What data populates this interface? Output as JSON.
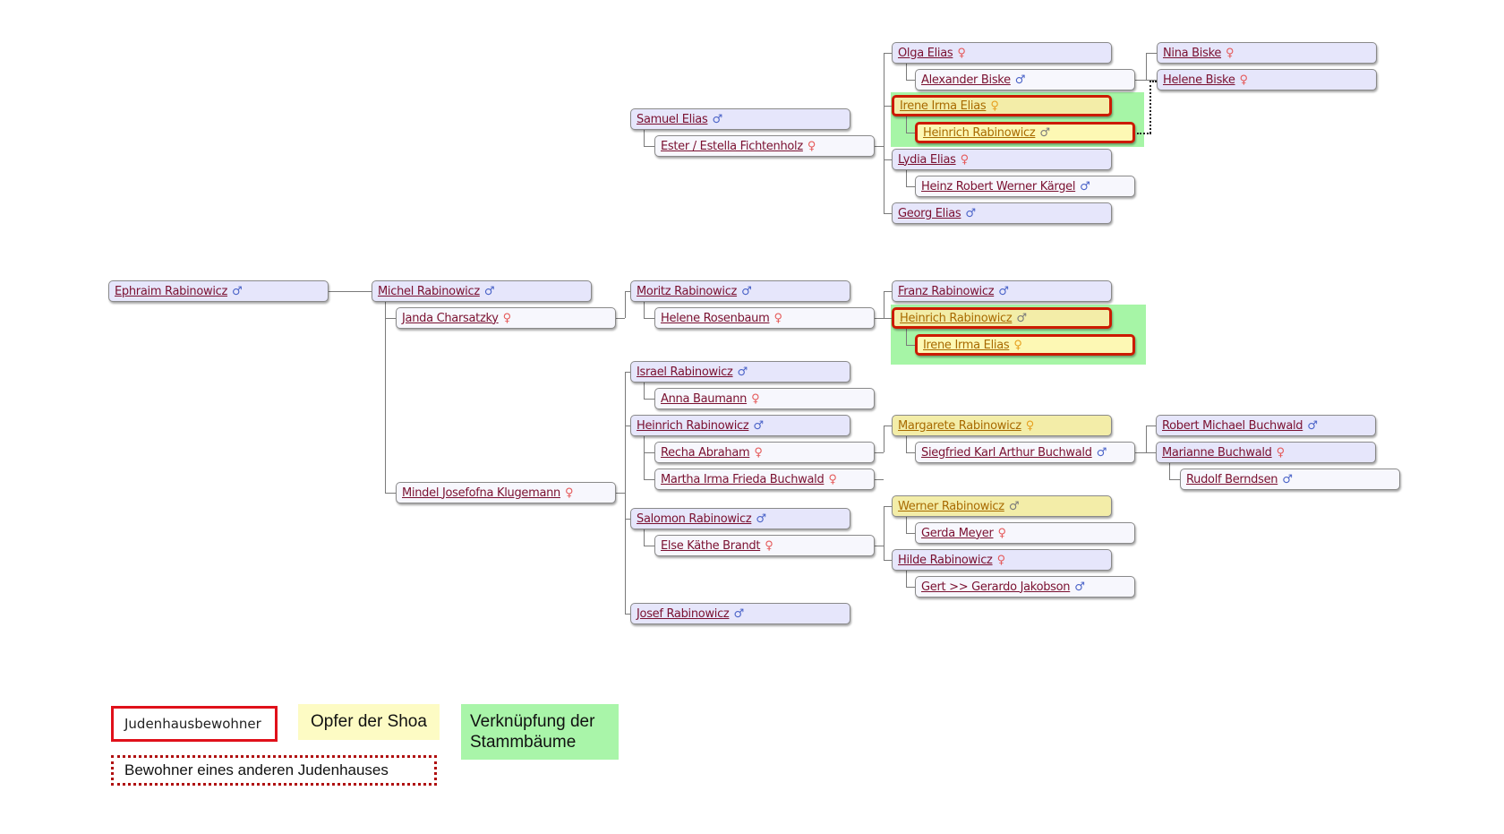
{
  "symbols": {
    "male": "♂",
    "female": "♀"
  },
  "colors": {
    "victim_fill": "#f3eda8",
    "judenhaus_border": "#cc1a00",
    "tree_link_fill": "#a6f5a6",
    "male_box": "#e6e6fb",
    "spouse_box": "#f7f7fd",
    "name_link": "#7a1030"
  },
  "people": {
    "olga_elias": {
      "name": "Olga Elias",
      "sex": "female"
    },
    "alexander_biske": {
      "name": "Alexander Biske",
      "sex": "male"
    },
    "nina_biske": {
      "name": "Nina Biske",
      "sex": "female"
    },
    "helene_biske": {
      "name": "Helene Biske",
      "sex": "female"
    },
    "samuel_elias": {
      "name": "Samuel Elias",
      "sex": "male"
    },
    "ester_fichtenholz": {
      "name": "Ester / Estella Fichtenholz",
      "sex": "female"
    },
    "irene_irma_elias_top": {
      "name": "Irene Irma Elias",
      "sex": "female"
    },
    "heinrich_rabinowicz_top": {
      "name": "Heinrich Rabinowicz",
      "sex": "male"
    },
    "lydia_elias": {
      "name": "Lydia Elias",
      "sex": "female"
    },
    "heinz_kaergel": {
      "name": "Heinz Robert Werner Kärgel",
      "sex": "male"
    },
    "georg_elias": {
      "name": "Georg Elias",
      "sex": "male"
    },
    "ephraim_rabinowicz": {
      "name": "Ephraim Rabinowicz",
      "sex": "male"
    },
    "michel_rabinowicz": {
      "name": "Michel Rabinowicz",
      "sex": "male"
    },
    "janda_charsatzky": {
      "name": "Janda Charsatzky",
      "sex": "female"
    },
    "mindel_klugemann": {
      "name": "Mindel Josefofna Klugemann",
      "sex": "female"
    },
    "moritz_rabinowicz": {
      "name": "Moritz Rabinowicz",
      "sex": "male"
    },
    "helene_rosenbaum": {
      "name": "Helene Rosenbaum",
      "sex": "female"
    },
    "franz_rabinowicz": {
      "name": "Franz Rabinowicz",
      "sex": "male"
    },
    "heinrich_rabinowicz_mid": {
      "name": "Heinrich Rabinowicz",
      "sex": "male"
    },
    "irene_irma_elias_mid": {
      "name": "Irene Irma Elias",
      "sex": "female"
    },
    "israel_rabinowicz": {
      "name": "Israel Rabinowicz",
      "sex": "male"
    },
    "anna_baumann": {
      "name": "Anna Baumann",
      "sex": "female"
    },
    "heinrich_rabinowicz_low": {
      "name": "Heinrich Rabinowicz",
      "sex": "male"
    },
    "recha_abraham": {
      "name": "Recha Abraham",
      "sex": "female"
    },
    "martha_buchwald": {
      "name": "Martha Irma Frieda Buchwald",
      "sex": "female"
    },
    "margarete_rabinowicz": {
      "name": "Margarete Rabinowicz",
      "sex": "female"
    },
    "siegfried_buchwald": {
      "name": "Siegfried Karl Arthur Buchwald",
      "sex": "male"
    },
    "robert_buchwald": {
      "name": "Robert Michael Buchwald",
      "sex": "male"
    },
    "marianne_buchwald": {
      "name": "Marianne Buchwald",
      "sex": "female"
    },
    "rudolf_berndsen": {
      "name": "Rudolf Berndsen",
      "sex": "male"
    },
    "salomon_rabinowicz": {
      "name": "Salomon Rabinowicz",
      "sex": "male"
    },
    "else_brandt": {
      "name": "Else Käthe Brandt",
      "sex": "female"
    },
    "werner_rabinowicz": {
      "name": "Werner Rabinowicz",
      "sex": "male"
    },
    "gerda_meyer": {
      "name": "Gerda Meyer",
      "sex": "female"
    },
    "hilde_rabinowicz": {
      "name": "Hilde Rabinowicz",
      "sex": "female"
    },
    "gert_jakobson": {
      "name": "Gert >> Gerardo Jakobson",
      "sex": "male"
    },
    "josef_rabinowicz": {
      "name": "Josef Rabinowicz",
      "sex": "male"
    }
  },
  "legend": {
    "judenhaus": "Judenhausbewohner",
    "victim": "Opfer der Shoa",
    "tree_link": "Verknüpfung der Stammbäume",
    "other_judenhaus": "Bewohner eines anderen Judenhauses"
  }
}
